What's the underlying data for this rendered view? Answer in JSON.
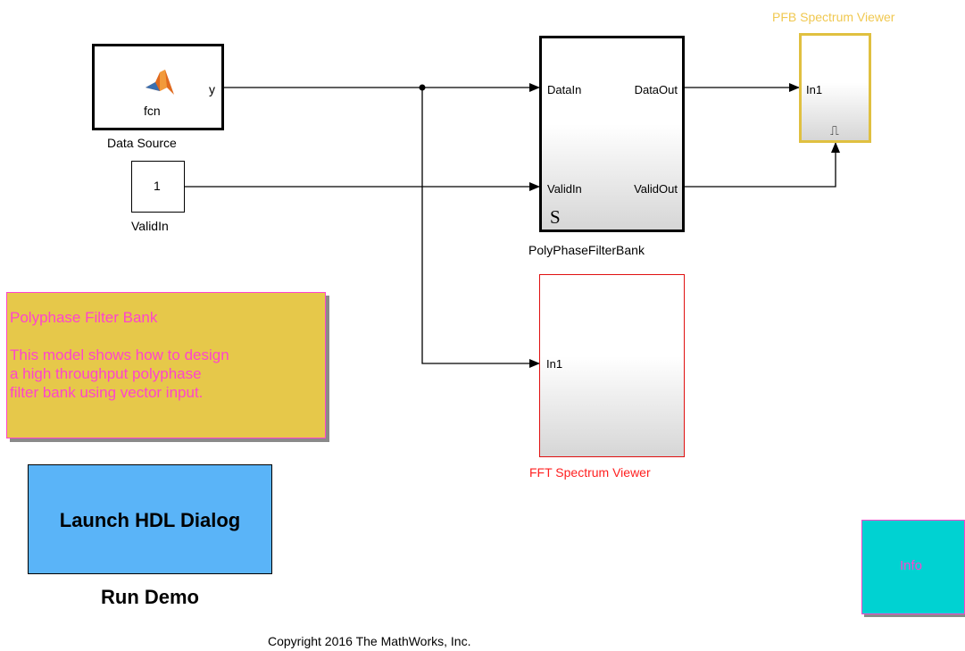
{
  "blocks": {
    "data_source": {
      "name": "Data Source",
      "port_out": "y",
      "fcn_text": "fcn"
    },
    "validin_const": {
      "name": "ValidIn",
      "value": "1"
    },
    "pfb": {
      "name": "PolyPhaseFilterBank",
      "in1": "DataIn",
      "in2": "ValidIn",
      "out1": "DataOut",
      "out2": "ValidOut",
      "s_mark": "S"
    },
    "pfb_viewer": {
      "name": "PFB Spectrum Viewer",
      "in1": "In1",
      "trigger_glyph": "⎍"
    },
    "fft_viewer": {
      "name": "FFT Spectrum Viewer",
      "in1": "In1"
    }
  },
  "annotation": {
    "title": "Polyphase Filter Bank",
    "body_lines": [
      "This model shows how to design",
      "a high throughput polyphase",
      "filter bank using vector input."
    ]
  },
  "launch": {
    "button_label": "Launch HDL Dialog",
    "caption": "Run Demo"
  },
  "info": {
    "label": "Info"
  },
  "copyright": "Copyright 2016 The MathWorks, Inc.",
  "colors": {
    "pfb_viewer_border": "#e0c040",
    "pfb_viewer_label": "#f0c850",
    "fft_viewer_border": "#e01010",
    "fft_viewer_label": "#ff2020",
    "annotation_bg": "#e6c84a",
    "annotation_text": "#ff44cc",
    "launch_bg": "#5ab4f8",
    "info_bg": "#00d2d2",
    "info_border": "#ff44cc"
  }
}
